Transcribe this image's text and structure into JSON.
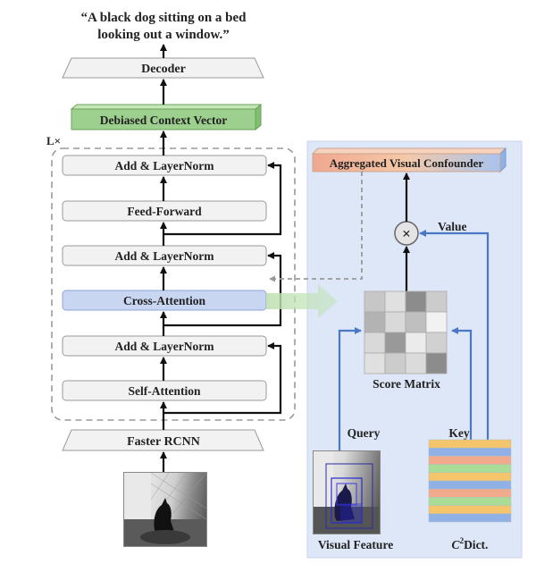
{
  "caption": {
    "line1": "“A black dog sitting on a bed",
    "line2": "looking out a window.”"
  },
  "blocks": {
    "decoder": "Decoder",
    "context_vector": "Debiased Context Vector",
    "layers_marker": "L×",
    "add_norm_top": "Add & LayerNorm",
    "feed_forward": "Feed-Forward",
    "add_norm_mid": "Add & LayerNorm",
    "cross_attention": "Cross-Attention",
    "add_norm_bottom": "Add & LayerNorm",
    "self_attention": "Self-Attention",
    "faster_rcnn": "Faster RCNN"
  },
  "right_panel": {
    "confounder": "Aggregated Visual Confounder",
    "multiply_symbol": "×",
    "value_label": "Value",
    "score_matrix": "Score Matrix",
    "query_label": "Query",
    "key_label": "Key",
    "visual_feature": "Visual Feature",
    "dict_prefix": "C",
    "dict_sup": "2",
    "dict_suffix": "Dict."
  },
  "colors": {
    "arrow_dark": "#111111",
    "arrow_blue": "#4a78c6",
    "block_fill": "#f2f2f2",
    "block_stroke": "#9a9a9a",
    "cross_fill": "#c9d6f2",
    "context_fill": "#9dcf8f",
    "panel_fill": "#dde7f8",
    "dict_stripes": [
      "#f5c56b",
      "#8fb1e6",
      "#f1aa8c",
      "#a9dd97",
      "#f5c56b",
      "#8fb1e6",
      "#f1aa8c",
      "#a9dd97",
      "#f5c56b",
      "#8fb1e6"
    ]
  },
  "score_matrix_shades": [
    [
      0.78,
      0.88,
      0.55,
      0.8
    ],
    [
      0.7,
      0.85,
      0.75,
      0.95
    ],
    [
      0.85,
      0.6,
      0.92,
      0.82
    ],
    [
      0.88,
      0.8,
      0.86,
      0.55
    ]
  ]
}
